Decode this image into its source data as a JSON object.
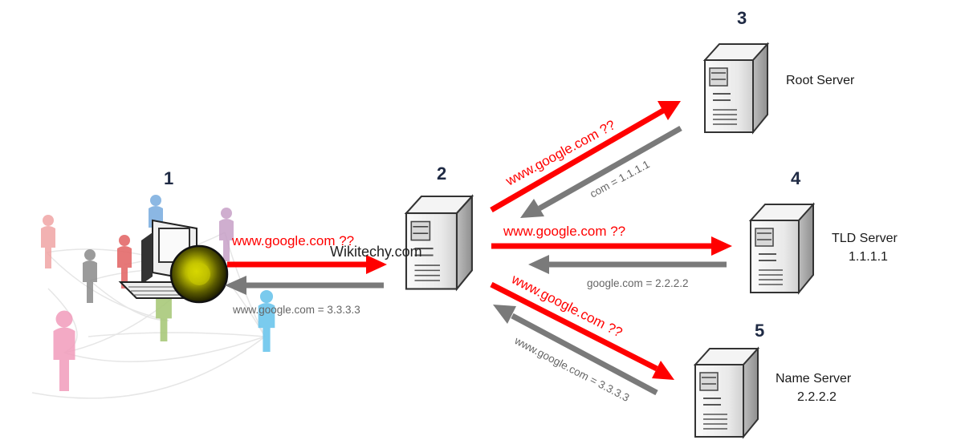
{
  "steps": {
    "client": "1",
    "resolver": "2",
    "root": "3",
    "tld": "4",
    "name": "5"
  },
  "servers": {
    "root": {
      "label": "Root Server"
    },
    "tld": {
      "label": "TLD Server",
      "ip": "1.1.1.1"
    },
    "name": {
      "label": "Name Server",
      "ip": "2.2.2.2"
    }
  },
  "queries": {
    "client_to_resolver": "www.google.com ??",
    "resolver_to_root": "www.google.com ??",
    "resolver_to_tld": "www.google.com ??",
    "resolver_to_name": "www.google.com ??"
  },
  "responses": {
    "root_to_resolver": "com = 1.1.1.1",
    "tld_to_resolver": "google.com  = 2.2.2.2",
    "name_to_resolver": "www.google.com = 3.3.3.3",
    "resolver_to_client": "www.google.com = 3.3.3.3"
  },
  "watermark": "Wikitechy.com",
  "colors": {
    "query_arrow": "#ff0000",
    "response_arrow": "#7a7a7a",
    "step_number": "#1f2a44",
    "globe": "#c8c800"
  }
}
